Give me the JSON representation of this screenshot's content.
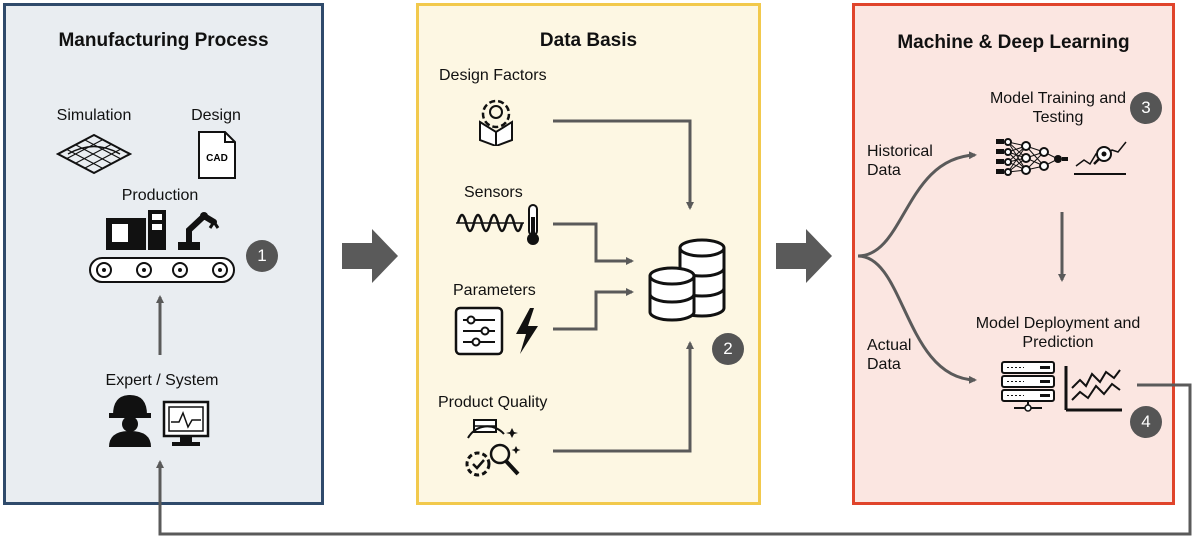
{
  "colors": {
    "manufacturing_border": "#2f4a6b",
    "manufacturing_fill": "#e9edf1",
    "data_border": "#f2c94c",
    "data_fill": "#fdf7e3",
    "ml_border": "#e0442b",
    "ml_fill": "#fbe6e1",
    "arrow": "#5a5a5a"
  },
  "manufacturing": {
    "title": "Manufacturing Process",
    "simulation": "Simulation",
    "design": "Design",
    "cad": "CAD",
    "production": "Production",
    "expert_system": "Expert / System",
    "badge": "1"
  },
  "data_basis": {
    "title": "Data Basis",
    "design_factors": "Design Factors",
    "sensors": "Sensors",
    "parameters": "Parameters",
    "product_quality": "Product Quality",
    "badge": "2"
  },
  "ml": {
    "title": "Machine & Deep Learning",
    "training": "Model Training and Testing",
    "deployment": "Model Deployment and Prediction",
    "historical": "Historical Data",
    "actual": "Actual Data",
    "badge_training": "3",
    "badge_deployment": "4"
  },
  "icons": [
    "simulation-mesh-icon",
    "cad-file-icon",
    "cnc-machine-icon",
    "robot-arm-icon",
    "conveyor-belt-icon",
    "worker-helmet-icon",
    "monitor-icon",
    "gear-lightbulb-icon",
    "sine-wave-thermometer-icon",
    "sliders-icon",
    "lightning-icon",
    "quality-inspection-icon",
    "database-icon",
    "neural-network-icon",
    "server-icon",
    "line-chart-icon"
  ]
}
